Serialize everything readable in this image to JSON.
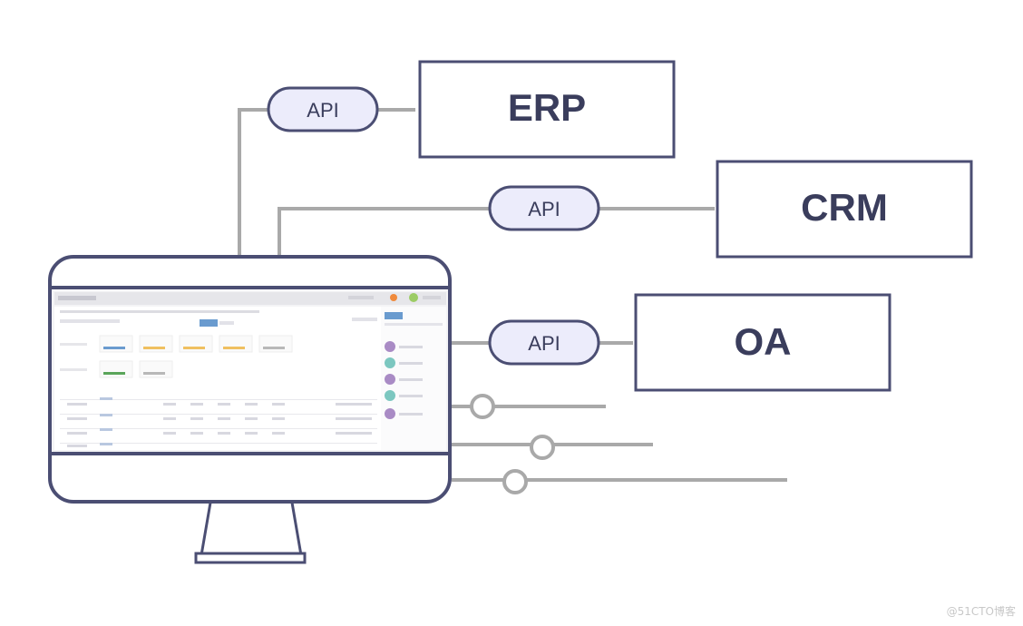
{
  "systems": [
    {
      "name": "ERP",
      "connector": "API"
    },
    {
      "name": "CRM",
      "connector": "API"
    },
    {
      "name": "OA",
      "connector": "API"
    }
  ],
  "watermark": "@51CTO博客",
  "colors": {
    "outline": "#4b4e73",
    "connector_line": "#a9a9a9",
    "pill_fill": "#ececfb",
    "screen_bar_blue": "#6a9bcf",
    "screen_bar_yellow": "#f0c060",
    "screen_bar_green": "#5aa55a",
    "avatar_purple": "#a98bc5",
    "avatar_teal": "#7cc7c0",
    "status_dot_orange": "#f08a3c",
    "status_dot_green": "#9ccc65"
  },
  "icons": [
    "monitor-icon",
    "slider-knob-icon"
  ]
}
